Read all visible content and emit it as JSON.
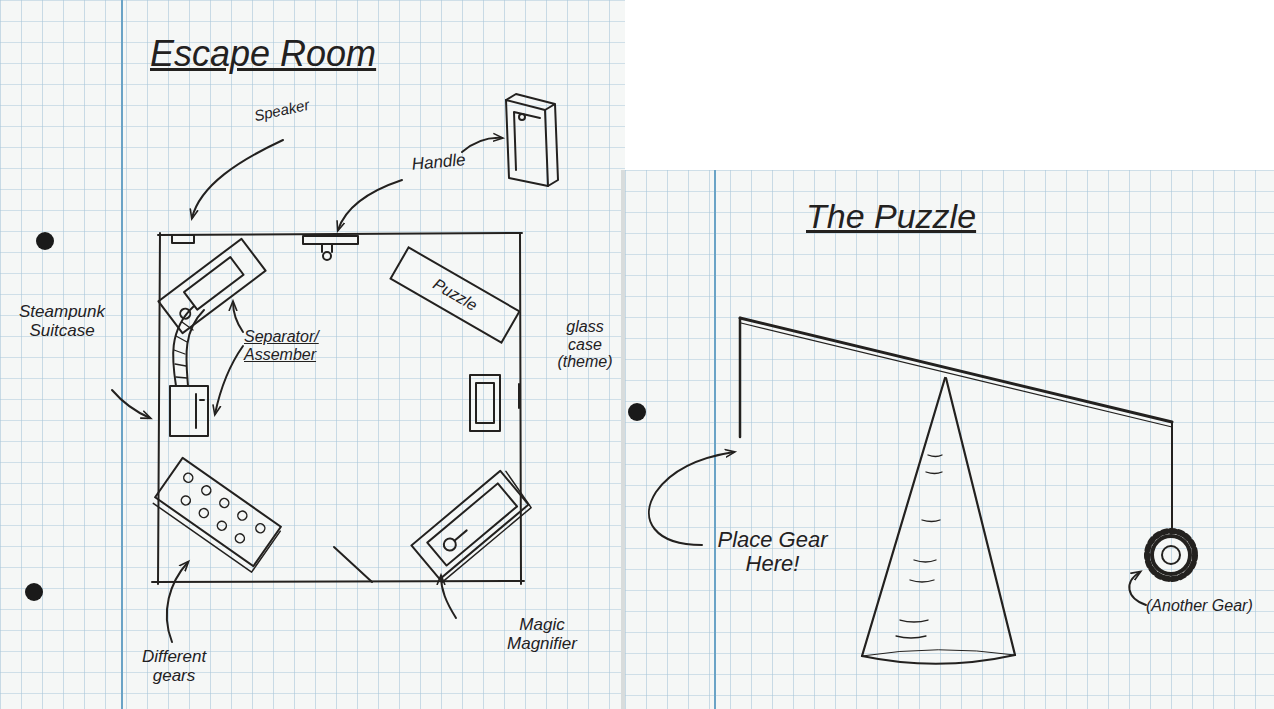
{
  "diagram": {
    "title": "Escape Room",
    "nodes": [
      {
        "text": [
          "Puzzle"
        ]
      }
    ],
    "labels": [
      "Speaker",
      "Handle",
      "Steampunk Suitcase",
      "Separator/ Assember",
      "glass case (theme)",
      "Different gears",
      "Magic Magnifier",
      "The Puzzle",
      "Place Gear Here!",
      "(Another Gear)"
    ]
  }
}
